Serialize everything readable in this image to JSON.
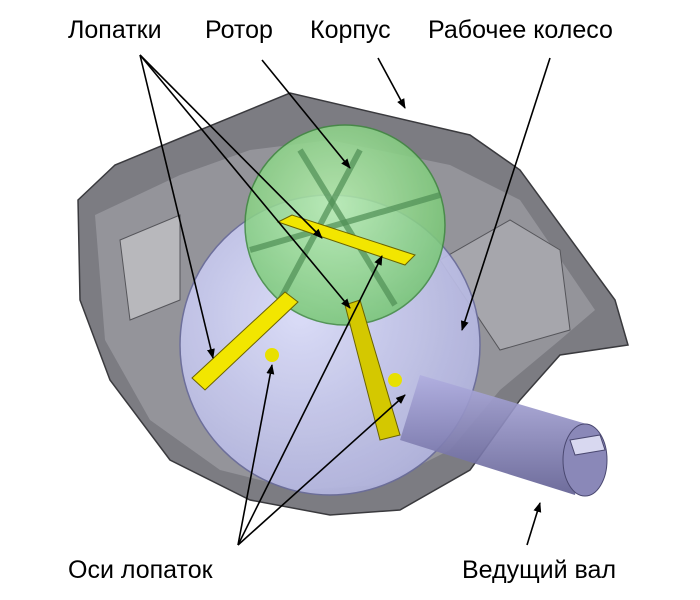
{
  "labels": {
    "blades": "Лопатки",
    "rotor": "Ротор",
    "housing": "Корпус",
    "impeller": "Рабочее колесо",
    "blade_axes": "Оси лопаток",
    "drive_shaft": "Ведущий вал"
  },
  "colors": {
    "housing": "#7a7a80",
    "impeller": "#c4c6ee",
    "rotor": "#8fd88a",
    "blade": "#f2e600",
    "shaft": "#8a88b8"
  }
}
